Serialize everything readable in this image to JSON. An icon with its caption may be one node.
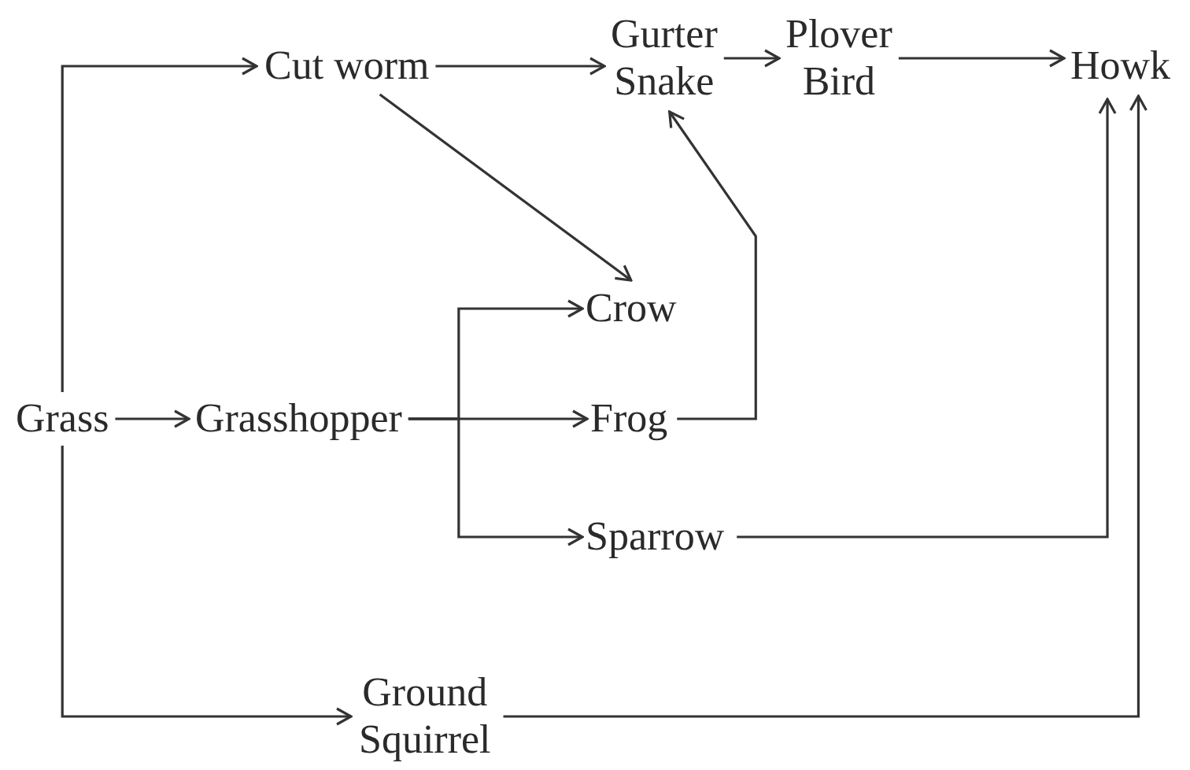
{
  "diagram": {
    "nodes": [
      {
        "text": [
          "Grass"
        ]
      },
      {
        "text": [
          "Grasshopper"
        ]
      },
      {
        "text": [
          "Cut worm"
        ]
      },
      {
        "text": [
          "Gurter Snake"
        ]
      },
      {
        "text": [
          "Plover Bird"
        ]
      },
      {
        "text": [
          "Howk"
        ]
      },
      {
        "text": [
          "Crow"
        ]
      },
      {
        "text": [
          "Frog"
        ]
      },
      {
        "text": [
          "Sparrow"
        ]
      },
      {
        "text": [
          "Ground Squirrel"
        ]
      }
    ],
    "edges": [
      {
        "from": 0,
        "to": 1,
        "arrow": "to"
      },
      {
        "from": 0,
        "to": 2,
        "arrow": "to"
      },
      {
        "from": 0,
        "to": 9,
        "arrow": "to"
      },
      {
        "from": 2,
        "to": 3,
        "arrow": "to"
      },
      {
        "from": 3,
        "to": 4,
        "arrow": "to"
      },
      {
        "from": 4,
        "to": 5,
        "arrow": "to"
      },
      {
        "from": 2,
        "to": 6,
        "arrow": "to"
      },
      {
        "from": 1,
        "to": 6,
        "arrow": "to"
      },
      {
        "from": 1,
        "to": 7,
        "arrow": "to"
      },
      {
        "from": 1,
        "to": 8,
        "arrow": "to"
      },
      {
        "from": 7,
        "to": 3,
        "arrow": "to"
      },
      {
        "from": 8,
        "to": 5,
        "arrow": "to"
      },
      {
        "from": 9,
        "to": 5,
        "arrow": "to"
      }
    ]
  }
}
